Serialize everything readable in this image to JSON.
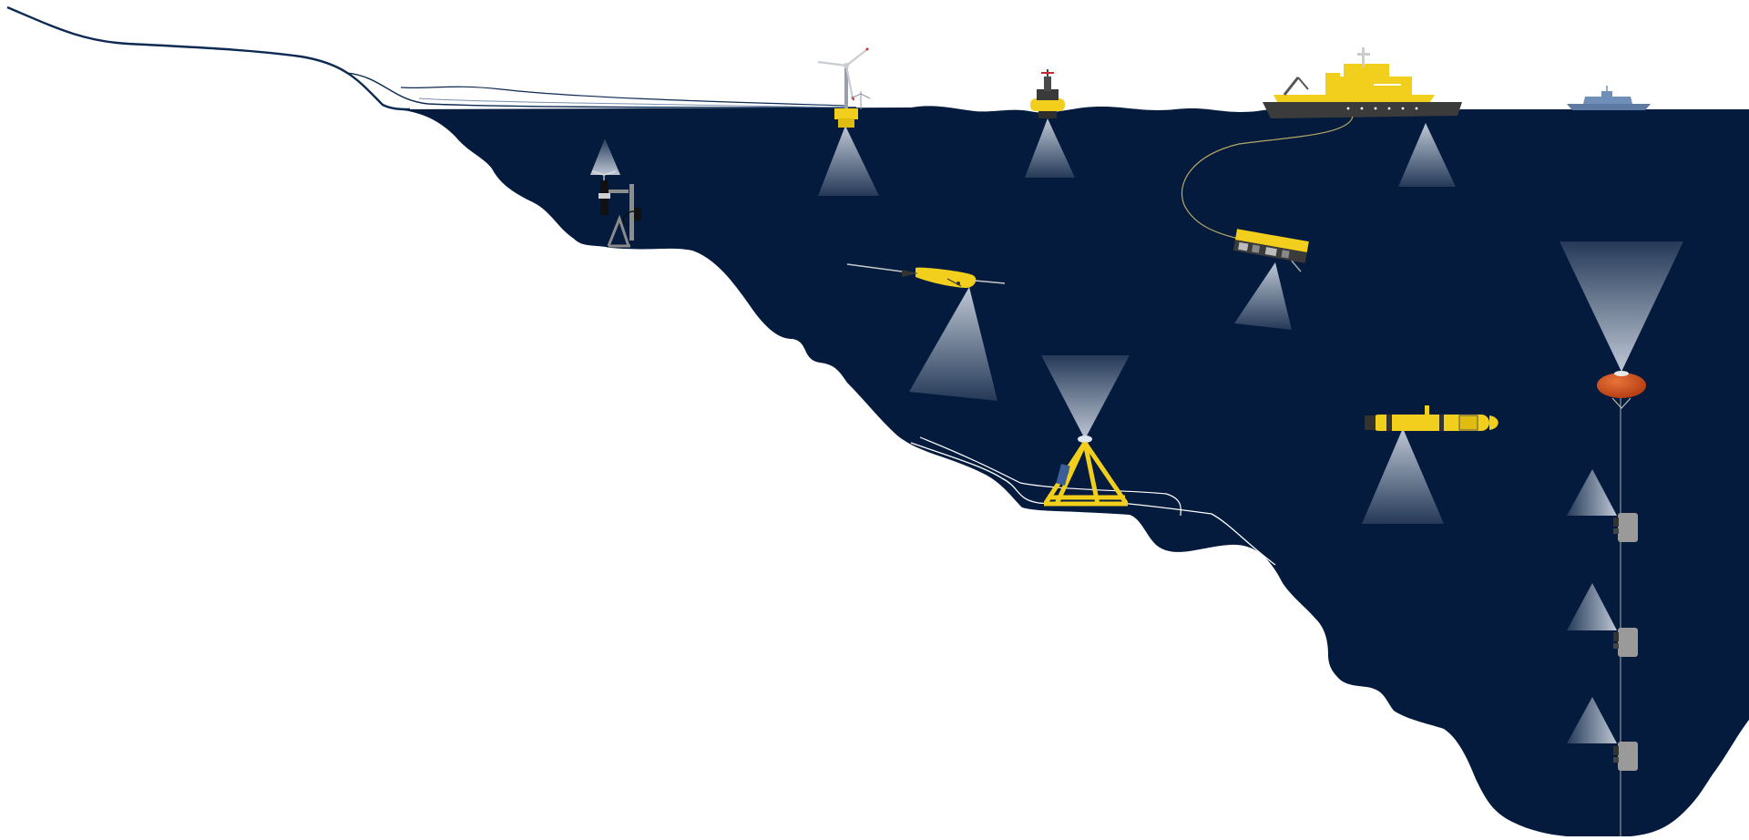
{
  "diagram": {
    "kind": "ocean-observation-illustration",
    "colors": {
      "background": "#ffffff",
      "ocean": "#041b3d",
      "instrument_yellow": "#f2cf1c",
      "instrument_dark": "#3a3a3a",
      "ship_hull": "#3b3b3b",
      "naval_ship": "#6f8fb8",
      "float_orange": "#d4501c",
      "mooring_grey": "#9a9a9a",
      "cable_dark": "#0c2a52",
      "sonar_beam": "#c9d3e3"
    },
    "elements": [
      {
        "name": "subsea-cable",
        "icon": "cable-icon"
      },
      {
        "name": "offshore-wind-turbine",
        "icon": "wind-turbine-icon"
      },
      {
        "name": "surface-buoy",
        "icon": "buoy-icon"
      },
      {
        "name": "research-vessel",
        "icon": "ship-icon"
      },
      {
        "name": "naval-vessel",
        "icon": "ship-icon"
      },
      {
        "name": "seabed-tripod-sensor",
        "icon": "tripod-icon"
      },
      {
        "name": "underwater-glider",
        "icon": "glider-icon"
      },
      {
        "name": "remotely-operated-vehicle",
        "icon": "rov-icon"
      },
      {
        "name": "seabed-lander-frame",
        "icon": "lander-icon"
      },
      {
        "name": "autonomous-underwater-vehicle",
        "icon": "auv-icon"
      },
      {
        "name": "subsurface-float",
        "icon": "float-icon"
      },
      {
        "name": "mooring-line",
        "icon": "mooring-icon"
      },
      {
        "name": "mooring-instrument",
        "icon": "sensor-pod-icon",
        "count": 3
      }
    ]
  }
}
